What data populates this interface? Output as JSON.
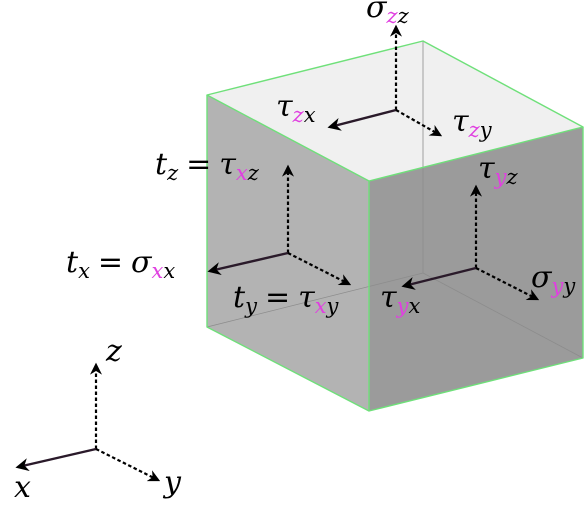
{
  "colors": {
    "face_top": "#f0f0f0",
    "face_left": "#b3b3b3",
    "face_right": "#9b9b9b",
    "edge": "#6fe07a",
    "arrow_solid": "#2a1a2a",
    "arrow_dashed": "#000000",
    "highlight_index": "#e040e0"
  },
  "labels": {
    "sigma_zz": {
      "symbol": "σ",
      "sub1": "z",
      "sub2": "z"
    },
    "tau_zx": {
      "symbol": "τ",
      "sub1": "z",
      "sub2": "x"
    },
    "tau_zy": {
      "symbol": "τ",
      "sub1": "z",
      "sub2": "y"
    },
    "tz_eq": {
      "lhs": "t",
      "lhs_sub": "z",
      "eq": "=",
      "symbol": "τ",
      "sub1": "x",
      "sub2": "z"
    },
    "tx_eq": {
      "lhs": "t",
      "lhs_sub": "x",
      "eq": "=",
      "symbol": "σ",
      "sub1": "x",
      "sub2": "x"
    },
    "ty_eq": {
      "lhs": "t",
      "lhs_sub": "y",
      "eq": "=",
      "symbol": "τ",
      "sub1": "x",
      "sub2": "y"
    },
    "tau_yz": {
      "symbol": "τ",
      "sub1": "y",
      "sub2": "z"
    },
    "tau_yx": {
      "symbol": "τ",
      "sub1": "y",
      "sub2": "x"
    },
    "sigma_yy": {
      "symbol": "σ",
      "sub1": "y",
      "sub2": "y"
    }
  },
  "axes": {
    "x": "x",
    "y": "y",
    "z": "z"
  }
}
